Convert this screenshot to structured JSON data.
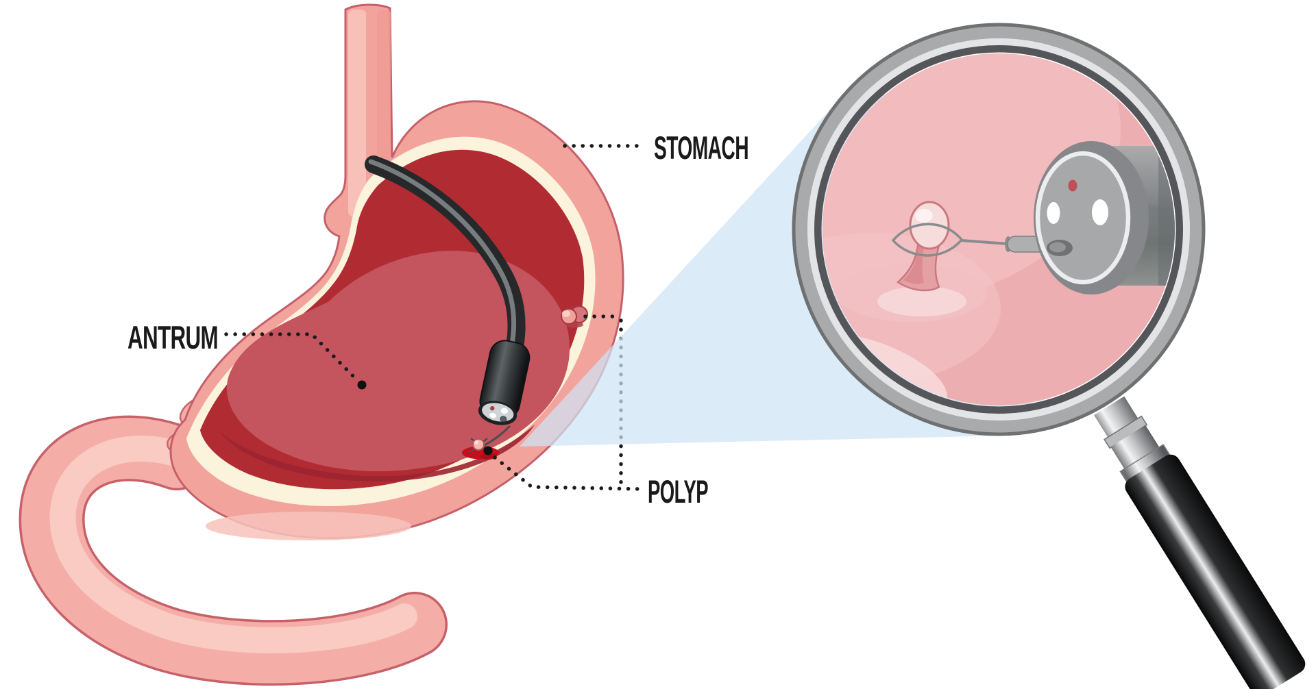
{
  "figure": {
    "title": "Stomach polyp removal with endoscope and magnified view",
    "labels": {
      "stomach": "STOMACH",
      "antrum": "ANTRUM",
      "polyp": "POLYP"
    },
    "palette": {
      "stomach_wall": "#F2A49C",
      "stomach_wall_outline": "#C4606A",
      "stomach_wall_highlight": "#F7C3BB",
      "stomach_lining_cream": "#FBF3DC",
      "stomach_interior_dark_red": "#B12B33",
      "stomach_interior_light_red": "#C4545D",
      "stomach_interior_bottom_shadow": "#9B2430",
      "duodenum_pink": "#F4AEA7",
      "duodenum_highlight": "#F9CEC6",
      "esophagus_highlight": "#F7C2B9",
      "endoscope_dark": "#26282A",
      "endoscope_face_gray": "#CFD3D5",
      "polyp_pink": "#F7DCDC",
      "polyp_stalk": "#E5A0A4",
      "splash_red": "#C40F1D",
      "zoom_beam_blue": "#CFE3F5",
      "lens_pink": "#EDAEB2",
      "lens_sheen_pink": "#F2BEC1",
      "rim_gray_light": "#E2E4E6",
      "rim_gray_mid": "#A8AAAC",
      "rim_gray_dark": "#54565A",
      "handle_black": "#0E0E0E",
      "metal_silver": "#D6D8DA",
      "label_text": "#1A1A1A"
    }
  }
}
